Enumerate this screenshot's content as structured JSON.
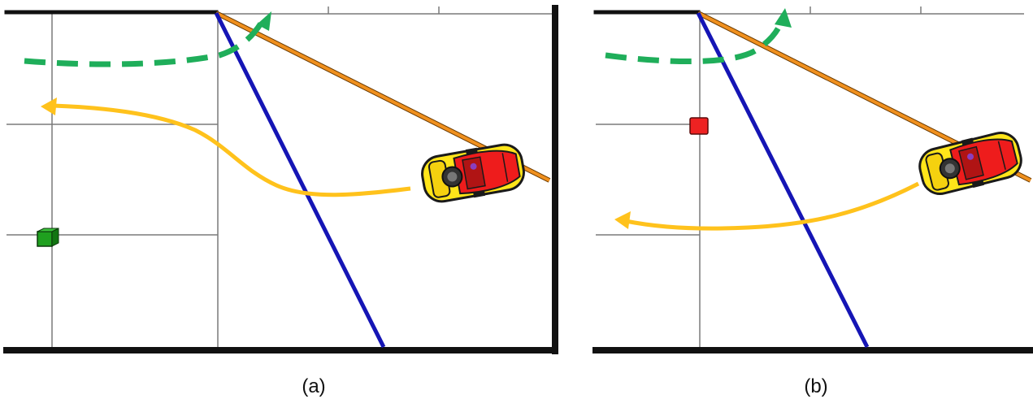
{
  "colors": {
    "wall": "#111111",
    "grid": "#7a7a7a",
    "blue_line": "#1515b5",
    "orange_line": "#f0901e",
    "green_path": "#1fae5a",
    "yellow_path": "#ffc21c",
    "green_marker": "#1fa01f",
    "red_marker": "#ee2222",
    "car_body": "#ffe51a",
    "car_cabin": "#ee1c1c"
  },
  "panels": [
    {
      "id": "a",
      "caption": "(a)",
      "marker": "green-square"
    },
    {
      "id": "b",
      "caption": "(b)",
      "marker": "red-square"
    }
  ]
}
